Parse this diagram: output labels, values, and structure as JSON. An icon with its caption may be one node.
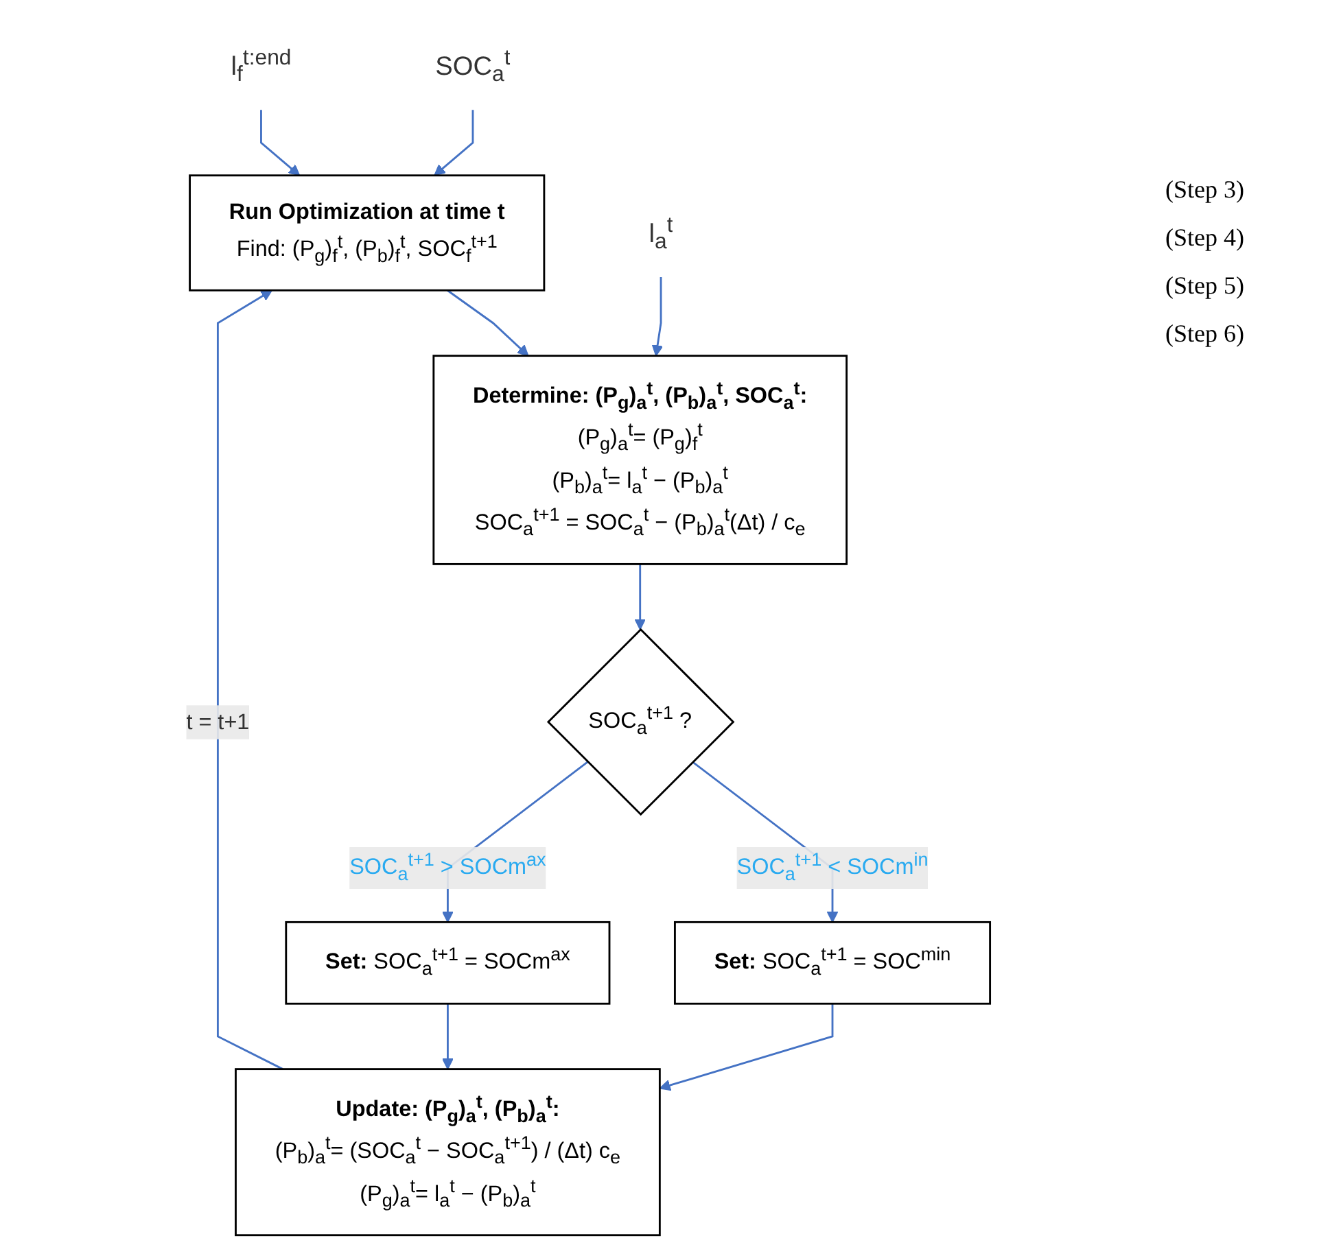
{
  "diagram": {
    "nodes": [
      {
        "text": [
          "SOC$_{a}$$^{t}$"
        ]
      },
      {
        "text": [
          "l$_{f}$$^{t:end}$"
        ]
      },
      {
        "text": [
          "Run Optimization at time t",
          "Find: (P$_{g}$)$_{f}$$^{t}$, (P$_{b}$)$_{f}$$^{t}$, SOC$_{f}$$^{t+1}$"
        ]
      },
      {
        "text": [
          "Determine: (P$_{g}$)$_{a}$$^{t}$, (P$_{b}$)$_{a}$$^{t}$, SOC$_{a}$$^{t}$:",
          "(P$_{g}$)$_{a}$$^{t}$= (P$_{g}$)$_{f}$$^{t}$",
          "(P$_{b}$)$_{a}$$^{t}$= l$_{a}$$^{t}$ − (P$_{b}$)$_{a}$$^{t}$",
          "SOC$_{a}$$^{t+1}$ = SOC$_{a}$$^{t}$ − (P$_{b}$)$_{a}$$^{t}$(Δt) / c$_{e}$"
        ]
      },
      {
        "text": [
          "l$_{a}$$^{t}$"
        ]
      },
      {
        "text": [
          "SOC$_{a}$$^{t+1}$ ?"
        ]
      },
      {
        "text": [
          "**Set:** SOC$_{a}$$^{t+1}$ = SOC$^{min}$"
        ]
      },
      {
        "text": [
          "**Set:** SOC$_{a}$$^{t+1}$ = SOCm$^{ax}$"
        ]
      },
      {
        "text": [
          "Update: (P$_{g}$)$_{a}$$^{t}$, (P$_{b}$)$_{a}$$^{t}$:",
          "(P$_{b}$)$_{a}$$^{t}$= (SOC$_{a}$$^{t}$ − SOC$_{a}$$^{t+1}$) / (Δt) c$_{e}$",
          "(P$_{g}$)$_{a}$$^{t}$= l$_{a}$$^{t}$ − (P$_{b}$)$_{a}$$^{t}$"
        ]
      }
    ],
    "edges": [
      {
        "from": 0,
        "to": 2,
        "arrow": "to"
      },
      {
        "from": 1,
        "to": 2,
        "arrow": "to"
      },
      {
        "from": 2,
        "to": 3,
        "arrow": "to"
      },
      {
        "from": 4,
        "to": 3,
        "arrow": "to"
      },
      {
        "from": 3,
        "to": 5,
        "arrow": "to"
      },
      {
        "from": 5,
        "to": 6,
        "arrow": "to",
        "label": "SOC$_{a}$$^{t+1}$ < SOCm$^{in}$"
      },
      {
        "from": 5,
        "to": 7,
        "arrow": "to",
        "label": "SOC$_{a}$$^{t+1}$ > SOCm$^{ax}$"
      },
      {
        "from": 6,
        "to": 8,
        "arrow": "to"
      },
      {
        "from": 7,
        "to": 8,
        "arrow": "to"
      },
      {
        "from": 8,
        "to": 2,
        "arrow": "to",
        "label": "t = t+1"
      }
    ],
    "labels": [
      "(Step 3)",
      "(Step 4)",
      "(Step 5)",
      "(Step 6)"
    ]
  }
}
